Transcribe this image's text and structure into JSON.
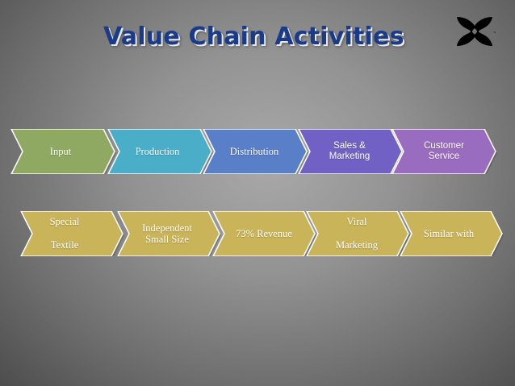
{
  "title": "Value Chain Activities",
  "logo_icon": "under-armour-logo-icon",
  "row1": [
    {
      "label": "Input",
      "color": "#8fa962"
    },
    {
      "label": "Production",
      "color": "#4baec9"
    },
    {
      "label": "Distribution",
      "color": "#5a7fc9"
    },
    {
      "label": "Sales &\nMarketing",
      "color": "#7161c4"
    },
    {
      "label": "Customer\nService",
      "color": "#9a6cc0"
    }
  ],
  "row2": [
    {
      "label": "Special\n\nTextile",
      "color": "#c9b45a"
    },
    {
      "label": "Independent\nSmall Size",
      "color": "#c9b45a"
    },
    {
      "label": "73% Revenue",
      "color": "#c9b45a"
    },
    {
      "label": "Viral\n\nMarketing",
      "color": "#c9b45a"
    },
    {
      "label": "Similar with",
      "color": "#c9b45a"
    }
  ]
}
